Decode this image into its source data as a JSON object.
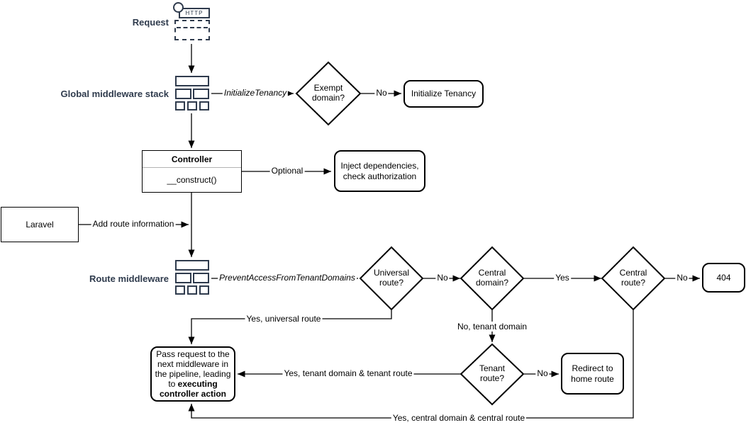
{
  "diagram_title": "Laravel tenancy request lifecycle flowchart",
  "colors": {
    "label_accent": "#2f3b4d",
    "line": "#000000",
    "shape_border": "#000000",
    "uml_divider": "#b3b3b3",
    "background": "#ffffff"
  },
  "labels": {
    "request": "Request",
    "global_middleware": "Global middleware stack",
    "route_middleware": "Route middleware"
  },
  "icons": {
    "http_request_icon": "HTTP",
    "middleware_stack_icon": "stack of rectangles"
  },
  "nodes": {
    "exempt_domain": "Exempt domain?",
    "initialize_tenancy": "Initialize Tenancy",
    "controller_title": "Controller",
    "controller_method": "__construct()",
    "inject_dependencies": "Inject dependencies, check authorization",
    "laravel": "Laravel",
    "universal_route": "Universal route?",
    "central_domain": "Central domain?",
    "central_route": "Central route?",
    "not_found": "404",
    "tenant_route": "Tenant route?",
    "redirect_home": "Redirect to home route",
    "pass_request_text": "Pass request to the next middleware in the pipeline, leading to ",
    "pass_request_bold": "executing controller action"
  },
  "edges": {
    "initialize_tenancy_mw": "InitializeTenancy",
    "exempt_no": "No",
    "optional": "Optional",
    "add_route_info": "Add route information",
    "prevent_access_mw": "PreventAccessFromTenantDomains",
    "universal_no": "No",
    "central_domain_yes": "Yes",
    "central_route_no": "No",
    "yes_universal": "Yes, universal route",
    "no_tenant_domain": "No, tenant domain",
    "tenant_no": "No",
    "yes_tenant": "Yes, tenant domain & tenant route",
    "yes_central": "Yes, central domain & central route"
  }
}
